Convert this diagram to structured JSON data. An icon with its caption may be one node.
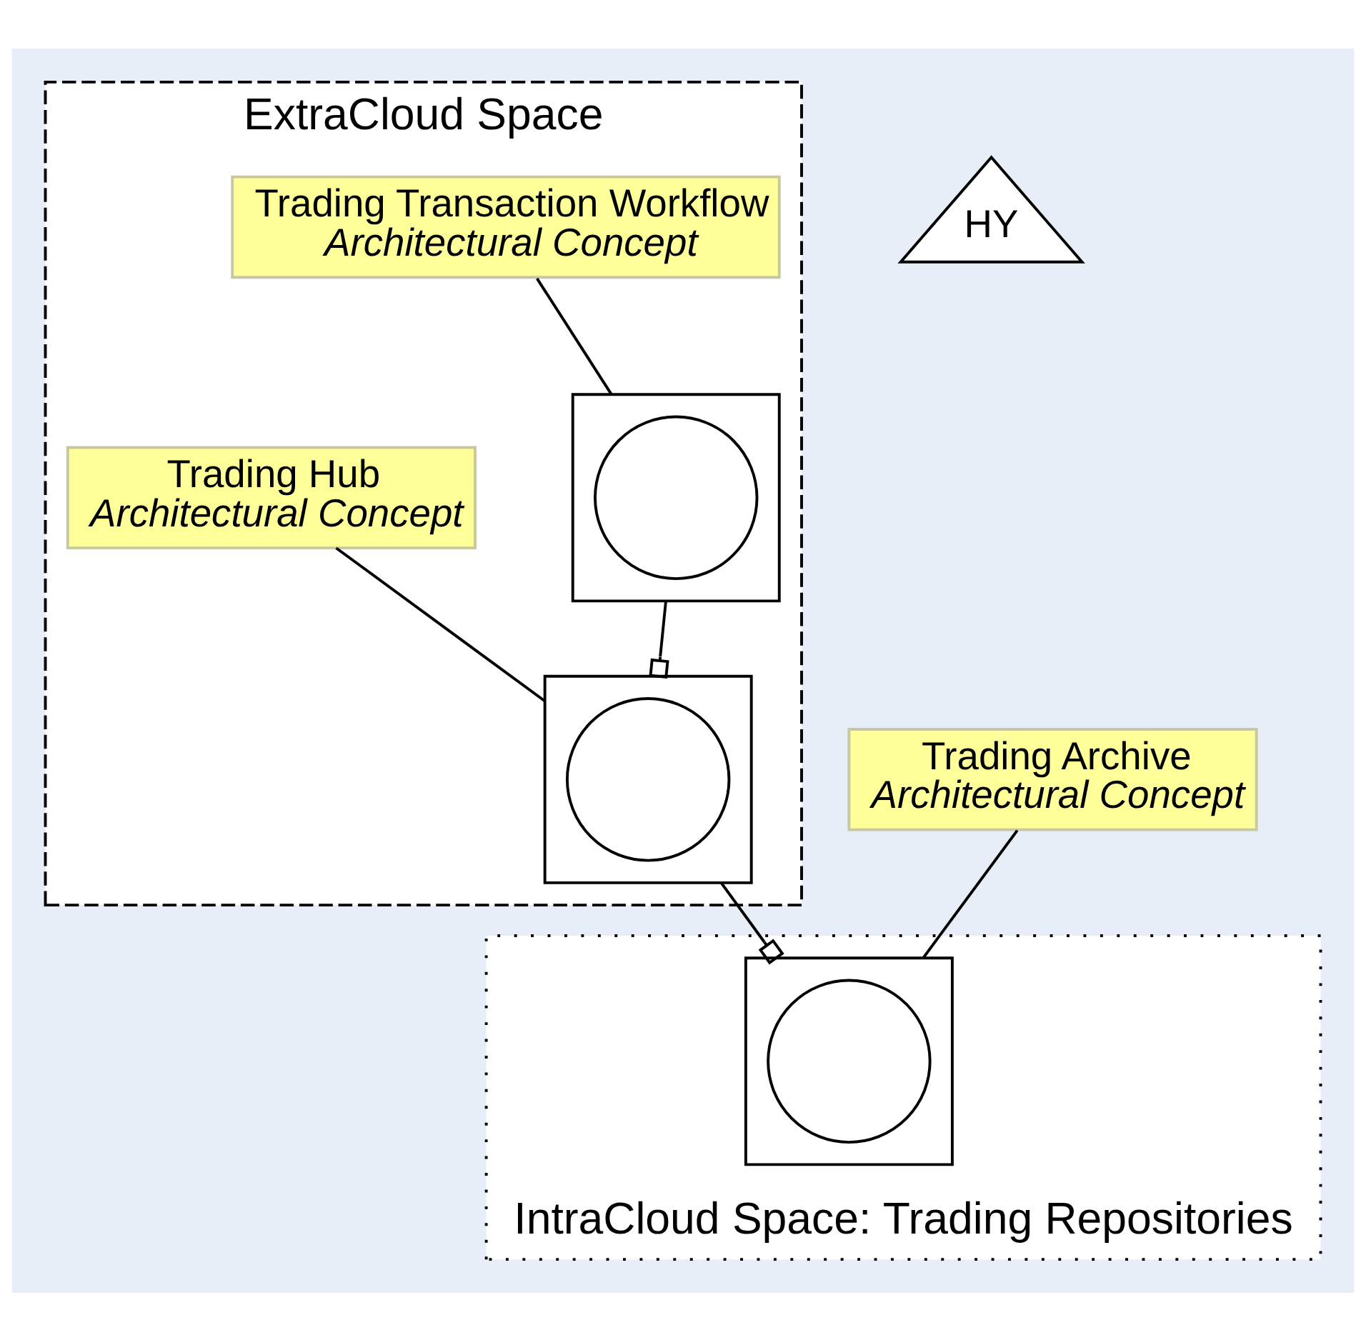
{
  "diagram": {
    "nodes": [
      {
        "text": [
          "ExtraCloud Space"
        ]
      },
      {
        "text": [
          "Trading Transaction Workflow",
          "Architectural Concept"
        ],
        "in": 0
      },
      {
        "text": [
          "Trading Hub",
          "Architectural Concept"
        ],
        "in": 0
      },
      {
        "text": [],
        "shape": "box",
        "in": 0
      },
      {
        "text": [],
        "shape": "circle",
        "in": 3
      },
      {
        "text": [],
        "shape": "box",
        "in": 0
      },
      {
        "text": [],
        "shape": "circle",
        "in": 5
      },
      {
        "text": [
          "IntraCloud Space: Trading Repositories"
        ]
      },
      {
        "text": [
          "Trading Archive",
          "Architectural Concept"
        ]
      },
      {
        "text": [],
        "shape": "box",
        "in": 7
      },
      {
        "text": [],
        "shape": "circle",
        "in": 9
      },
      {
        "text": [
          "HY"
        ]
      }
    ],
    "edges": [
      {
        "from": 3,
        "to": 5,
        "arrow": "other"
      },
      {
        "from": 5,
        "to": 9,
        "arrow": "other"
      },
      {
        "from": 1,
        "to": 3,
        "arrow": "none"
      },
      {
        "from": 2,
        "to": 5,
        "arrow": "none"
      },
      {
        "from": 8,
        "to": 9,
        "arrow": "none"
      }
    ]
  }
}
